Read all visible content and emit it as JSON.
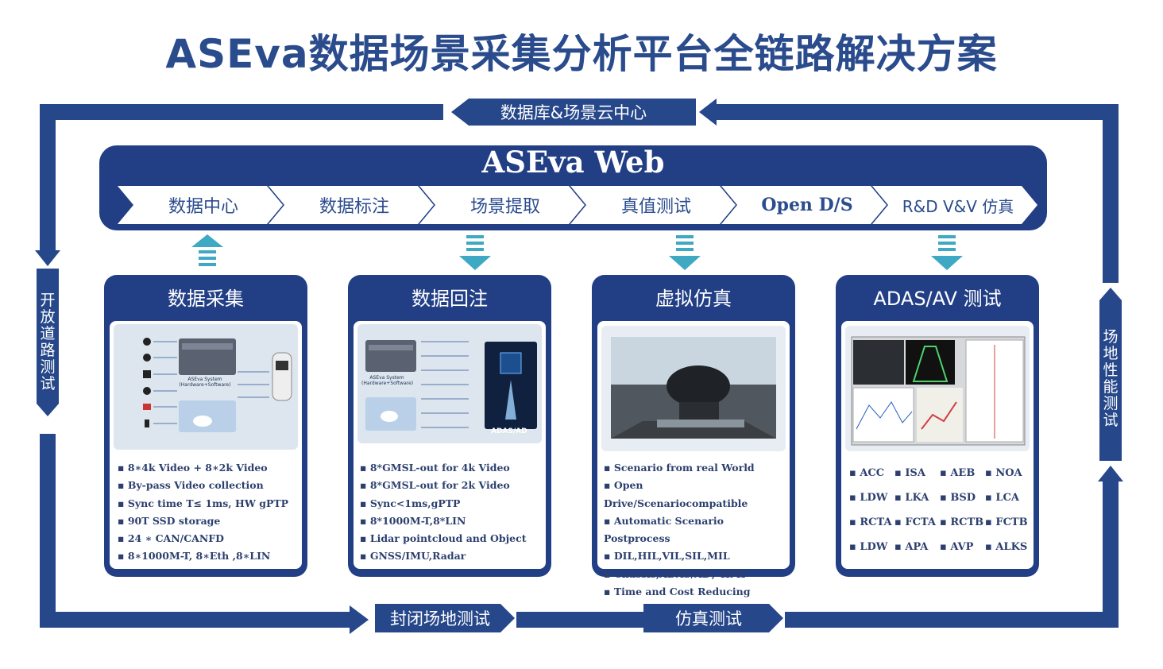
{
  "title": "ASEva数据场景采集分析平台全链路解决方案",
  "top_label": "数据库&场景云中心",
  "left_label": "开放道路测试",
  "right_label": "场地性能测试",
  "bottom_labels": [
    "封闭场地测试",
    "仿真测试"
  ],
  "web": {
    "title": "ASEva Web",
    "steps": [
      "数据中心",
      "数据标注",
      "场景提取",
      "真值测试",
      "Open D/S",
      "R&D V&V 仿真"
    ]
  },
  "panels": [
    {
      "title": "数据采集",
      "arrow": "up",
      "image_labels": {
        "left": "ASEva System (Hardware+Software)"
      },
      "bullets": [
        "8∗4k Video + 8∗2k Video",
        "By-pass Video collection",
        "Sync time T≤ 1ms, HW gPTP",
        "90T SSD storage",
        "24 ∗ CAN/CANFD",
        "8∗1000M-T, 8∗Eth ,8∗LIN"
      ]
    },
    {
      "title": "数据回注",
      "arrow": "down",
      "image_labels": {
        "left": "ASEva System (Hardware+Software)",
        "right": "ADAS/AD"
      },
      "bullets": [
        "8*GMSL-out for 4k Video",
        "8*GMSL-out for 2k Video",
        "Sync<1ms,gPTP",
        "8*1000M-T,8*LIN",
        "Lidar pointcloud and Object",
        "GNSS/IMU,Radar"
      ]
    },
    {
      "title": "虚拟仿真",
      "arrow": "down",
      "bullets": [
        "Scenario from real World",
        "Open Drive/Scenariocompatible",
        "Automatic Scenario Postprocess",
        "DIL,HIL,VIL,SIL,MIL",
        "Chassis,ADAS/AD，HMI",
        "Time and Cost Reducing"
      ]
    },
    {
      "title": "ADAS/AV 测试",
      "arrow": "down",
      "features": [
        "ACC",
        "ISA",
        "AEB",
        "NOA",
        "LDW",
        "LKA",
        "BSD",
        "LCA",
        "RCTA",
        "FCTA",
        "RCTB",
        "FCTB",
        "LDW",
        "APA",
        "AVP",
        "ALKS"
      ]
    }
  ],
  "colors": {
    "primary": "#26478a",
    "arrow": "#3fa9c4",
    "text": "#2c3f6e"
  }
}
